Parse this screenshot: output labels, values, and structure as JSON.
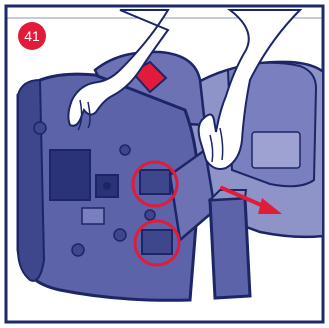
{
  "step": {
    "number": "41"
  },
  "colors": {
    "seat_shell": "#5c63a8",
    "seat_shell_dark": "#3f478c",
    "seat_shell_light": "#7a80bf",
    "outline": "#1c2666",
    "cushion": "#8f94c8",
    "highlight_red": "#e31b3b",
    "arrow_red": "#e31b3b",
    "skin": "#ffffff",
    "frame_blue": "#1c2a6b",
    "badge_red": "#e31b3b",
    "panel_dark": "#2b3378"
  },
  "annotations": {
    "callout_circles": 2,
    "direction_arrow": "pull-out-right"
  }
}
